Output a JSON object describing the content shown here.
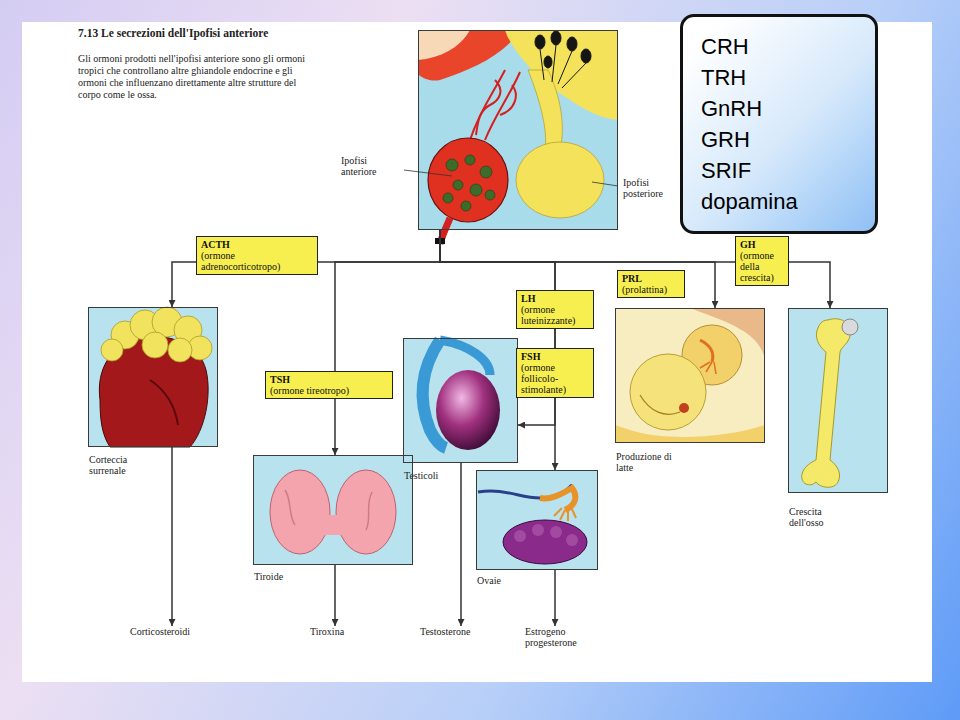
{
  "diagram": {
    "title": "7.13 Le secrezioni dell'Ipofisi anteriore",
    "caption": "Gli ormoni prodotti nell'ipofisi anteriore sono gli ormoni tropici che controllano altre ghiandole endocrine e gli ormoni che influenzano direttamente altre strutture del corpo come le ossa.",
    "nodes": [
      {
        "text": [
          "Ipofisi anteriore",
          "Ipofisi posteriore"
        ]
      },
      {
        "text": [
          "CRH",
          "TRH",
          "GnRH",
          "GRH",
          "SRIF",
          "dopamina"
        ]
      },
      {
        "text": [
          "ACTH",
          "(ormone adrenocorticotropo)"
        ]
      },
      {
        "text": [
          "GH",
          "(ormone della crescita)"
        ]
      },
      {
        "text": [
          "PRL",
          "(prolattina)"
        ]
      },
      {
        "text": [
          "LH",
          "(ormone luteinizzante)"
        ]
      },
      {
        "text": [
          "Corteccia surrenale"
        ]
      },
      {
        "text": [
          "Testicoli"
        ]
      },
      {
        "text": [
          "FSH",
          "(ormone follicolo-stimolante)"
        ]
      },
      {
        "text": [
          "TSH",
          "(ormone tireotropo)"
        ]
      },
      {
        "text": [
          "Produzione di latte"
        ]
      },
      {
        "text": [
          "Crescita dell'osso"
        ]
      },
      {
        "text": [
          "Tiroide"
        ]
      },
      {
        "text": [
          "Ovaie"
        ]
      },
      {
        "text": [
          "Corticosteroidi"
        ]
      },
      {
        "text": [
          "Tiroxina"
        ]
      },
      {
        "text": [
          "Testosterone"
        ]
      },
      {
        "text": [
          "Estrogeno progesterone"
        ]
      }
    ],
    "edges": [
      {
        "from": 0,
        "to": 6,
        "arrow": "to"
      },
      {
        "from": 0,
        "to": 12,
        "arrow": "to"
      },
      {
        "from": 0,
        "to": 7,
        "arrow": "to"
      },
      {
        "from": 0,
        "to": 13,
        "arrow": "to"
      },
      {
        "from": 0,
        "to": 10,
        "arrow": "to"
      },
      {
        "from": 0,
        "to": 11,
        "arrow": "to"
      },
      {
        "from": 6,
        "to": 14,
        "arrow": "to"
      },
      {
        "from": 12,
        "to": 15,
        "arrow": "to"
      },
      {
        "from": 7,
        "to": 16,
        "arrow": "to"
      },
      {
        "from": 13,
        "to": 17,
        "arrow": "to"
      }
    ]
  }
}
